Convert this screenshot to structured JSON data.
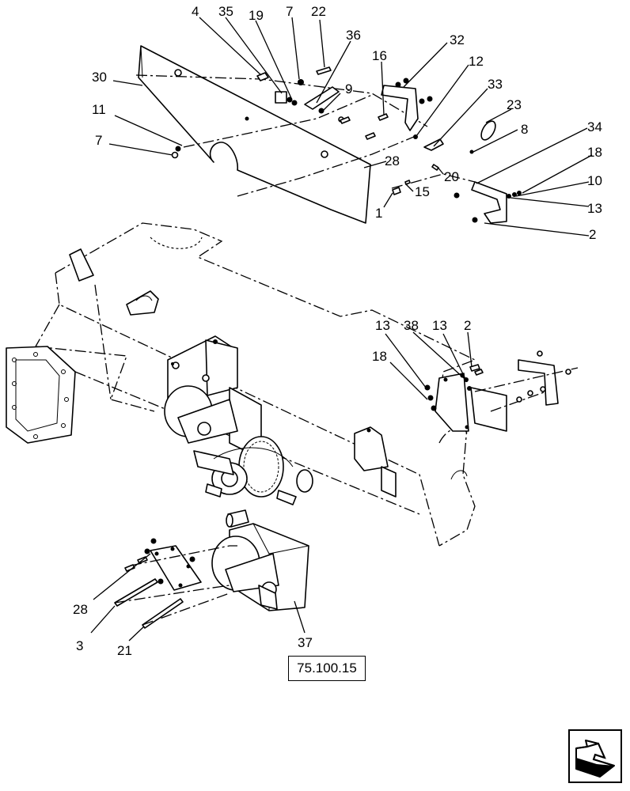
{
  "diagram": {
    "reference_box": "75.100.15",
    "callouts": {
      "c4": "4",
      "c35": "35",
      "c19": "19",
      "c7a": "7",
      "c22": "22",
      "c36": "36",
      "c30": "30",
      "c11": "11",
      "c7b": "7",
      "c9": "9",
      "c16": "16",
      "c32": "32",
      "c12": "12",
      "c33": "33",
      "c23": "23",
      "c8": "8",
      "c34": "34",
      "c18a": "18",
      "c10": "10",
      "c13a": "13",
      "c2a": "2",
      "c28a": "28",
      "c20": "20",
      "c15": "15",
      "c1": "1",
      "c13b": "13",
      "c38": "38",
      "c13c": "13",
      "c2b": "2",
      "c18b": "18",
      "c28b": "28",
      "c3": "3",
      "c21": "21",
      "c37": "37"
    }
  },
  "navigation": {
    "icon": "arrow-next-icon"
  }
}
